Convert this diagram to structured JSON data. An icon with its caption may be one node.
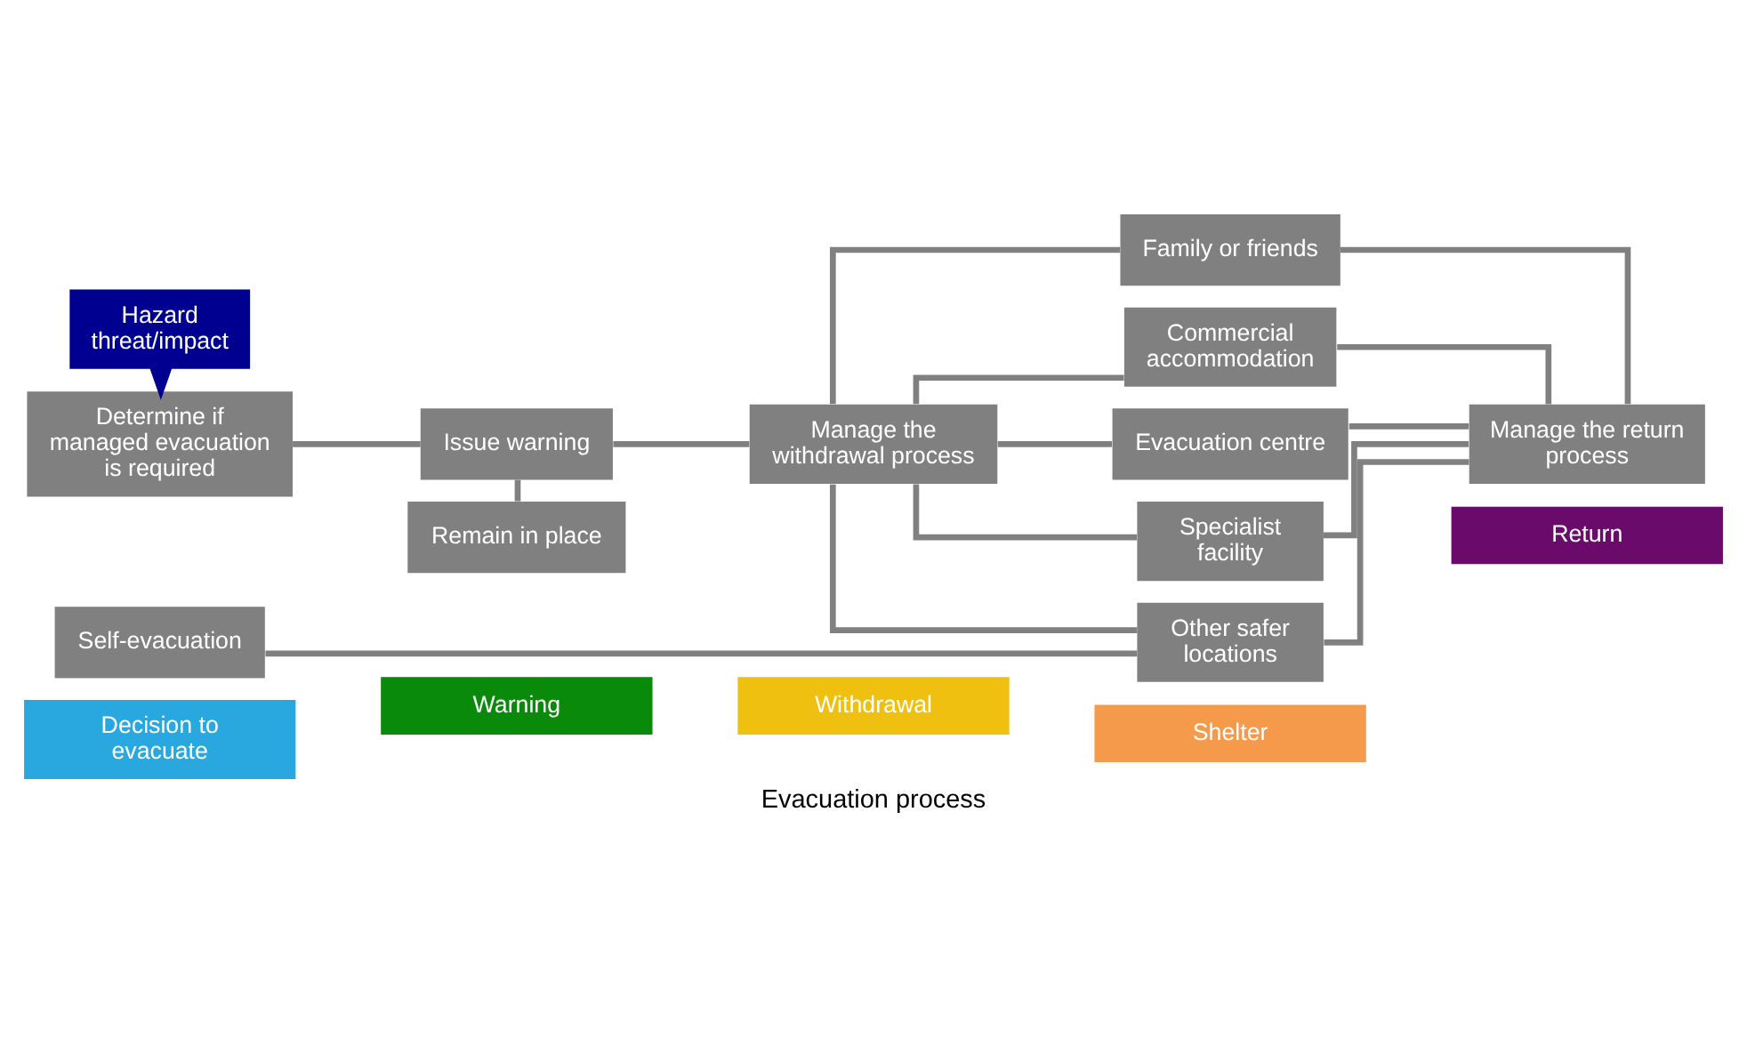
{
  "diagram": {
    "caption": "Evacuation process",
    "nodes": [
      {
        "text": [
          "Decision to evacuate"
        ]
      },
      {
        "text": [
          "Warning"
        ]
      },
      {
        "text": [
          "Withdrawal"
        ]
      },
      {
        "text": [
          "Shelter"
        ]
      },
      {
        "text": [
          "Return"
        ]
      },
      {
        "text": [
          "Hazard threat/impact"
        ]
      },
      {
        "text": [
          "Determine if managed evacuation is required"
        ]
      },
      {
        "text": [
          "Issue warning"
        ]
      },
      {
        "text": [
          "Manage the withdrawal process"
        ]
      },
      {
        "text": [
          "Self-evacuation"
        ]
      },
      {
        "text": [
          "Remain in place"
        ]
      },
      {
        "text": [
          "Family or friends"
        ]
      },
      {
        "text": [
          "Commercial accommodation"
        ]
      },
      {
        "text": [
          "Evacuation centre"
        ]
      },
      {
        "text": [
          "Specialist facility"
        ]
      },
      {
        "text": [
          "Other safer locations"
        ]
      },
      {
        "text": [
          "Manage the return process"
        ]
      }
    ],
    "edges": [
      {
        "from": 5,
        "to": 6,
        "arrow": "to",
        "color": "#000090"
      },
      {
        "from": 6,
        "to": 7,
        "arrow": "none"
      },
      {
        "from": 7,
        "to": 8,
        "arrow": "none"
      },
      {
        "from": 7,
        "to": 10,
        "arrow": "none"
      },
      {
        "from": 8,
        "to": 11,
        "arrow": "none"
      },
      {
        "from": 8,
        "to": 12,
        "arrow": "none"
      },
      {
        "from": 8,
        "to": 13,
        "arrow": "none"
      },
      {
        "from": 8,
        "to": 14,
        "arrow": "none"
      },
      {
        "from": 8,
        "to": 15,
        "arrow": "none"
      },
      {
        "from": 11,
        "to": 16,
        "arrow": "none"
      },
      {
        "from": 12,
        "to": 16,
        "arrow": "none"
      },
      {
        "from": 13,
        "to": 16,
        "arrow": "none"
      },
      {
        "from": 14,
        "to": 16,
        "arrow": "none"
      },
      {
        "from": 15,
        "to": 16,
        "arrow": "none"
      },
      {
        "from": 9,
        "to": 15,
        "arrow": "none"
      }
    ]
  }
}
